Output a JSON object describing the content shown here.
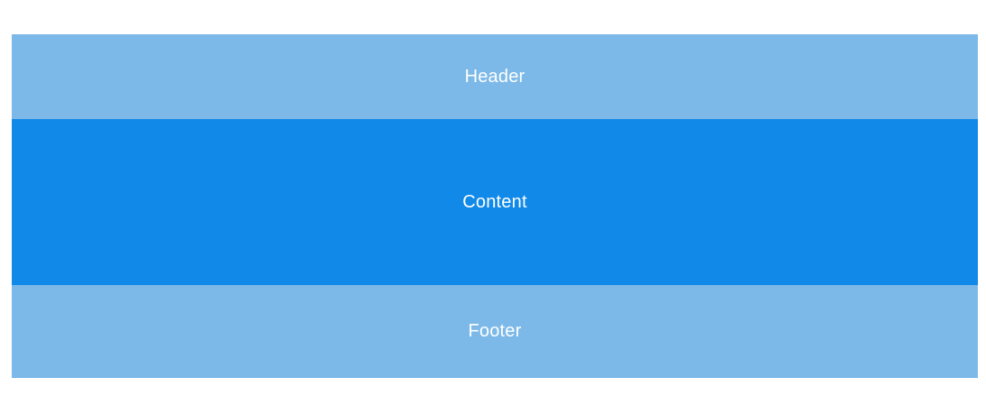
{
  "page": {
    "background": "#ffffff"
  },
  "layout": {
    "header": {
      "label": "Header",
      "background": "#7CB9E8",
      "text_color": "#FFFFFF"
    },
    "content": {
      "label": "Content",
      "background": "#1189E8",
      "text_color": "#FFFFFF"
    },
    "footer": {
      "label": "Footer",
      "background": "#7CB9E8",
      "text_color": "#FFFFFF"
    }
  }
}
